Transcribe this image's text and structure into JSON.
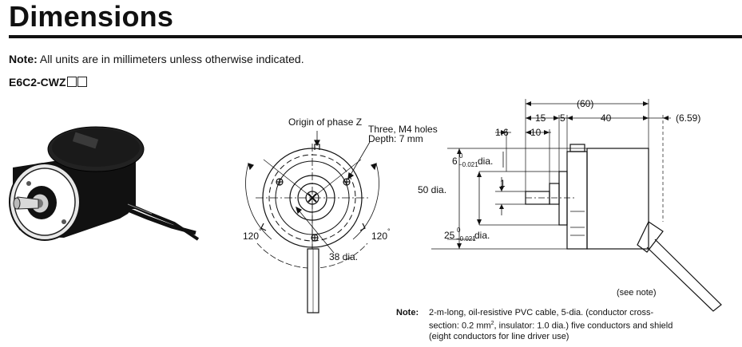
{
  "header": {
    "title": "Dimensions",
    "note_label": "Note:",
    "note_text": " All units are in millimeters unless otherwise indicated.",
    "model_prefix": "E6C2-CWZ"
  },
  "front_view": {
    "origin_label": "Origin of phase Z",
    "holes_line1": "Three, M4 holes",
    "holes_line2": "Depth: 7 mm",
    "angle_left": "120",
    "angle_right": "120",
    "pcd_label": "38 dia."
  },
  "side_view": {
    "dim_total": "(60)",
    "dim_15": "15",
    "dim_5": "5",
    "dim_40": "40",
    "dim_659": "(6.59)",
    "dim_16": "1.6",
    "dim_10": "10",
    "dim_1": "1",
    "shaft_dia_base": "6",
    "shaft_dia_sup": "0",
    "shaft_dia_sub": "−0.021",
    "shaft_dia_suffix": " dia.",
    "body_dia": "50 dia.",
    "spigot_dia_base": "25",
    "spigot_dia_sup": "0",
    "spigot_dia_sub": "−0.021",
    "spigot_dia_suffix": " dia.",
    "see_note": "(see note)"
  },
  "footnote": {
    "label": "Note:",
    "line1": "2-m-long, oil-resistive PVC cable, 5-dia. (conductor cross-",
    "line2a": "section: 0.2 mm",
    "line2sup": "2",
    "line2b": ", insulator: 1.0 dia.) five conductors and shield",
    "line3": "(eight conductors for line driver use)"
  }
}
